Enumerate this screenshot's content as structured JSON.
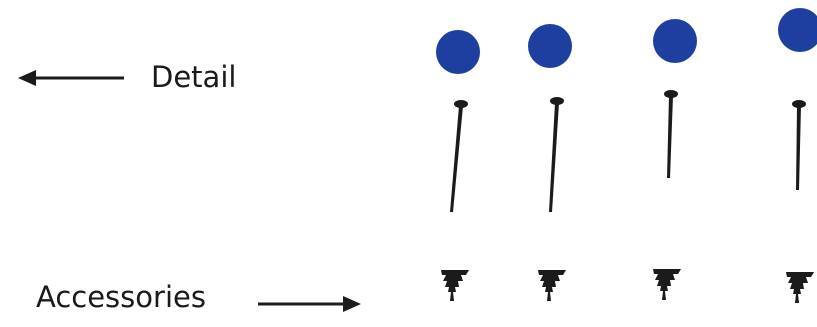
{
  "labels": {
    "detail": "Detail",
    "accessories": "Accessories"
  },
  "colors": {
    "cap": "#1f3fa0",
    "hardware": "#1b1b1b",
    "text": "#1a1a1a",
    "background": "#ffffff"
  },
  "icons": {
    "detail_arrow": "arrow-left-icon",
    "accessories_arrow": "arrow-right-icon",
    "cap": "blue-cap-icon",
    "screw": "screw-icon",
    "anchor": "wall-anchor-icon"
  },
  "accessory_sets": [
    {
      "item": "set-1"
    },
    {
      "item": "set-2"
    },
    {
      "item": "set-3"
    },
    {
      "item": "set-4"
    }
  ]
}
